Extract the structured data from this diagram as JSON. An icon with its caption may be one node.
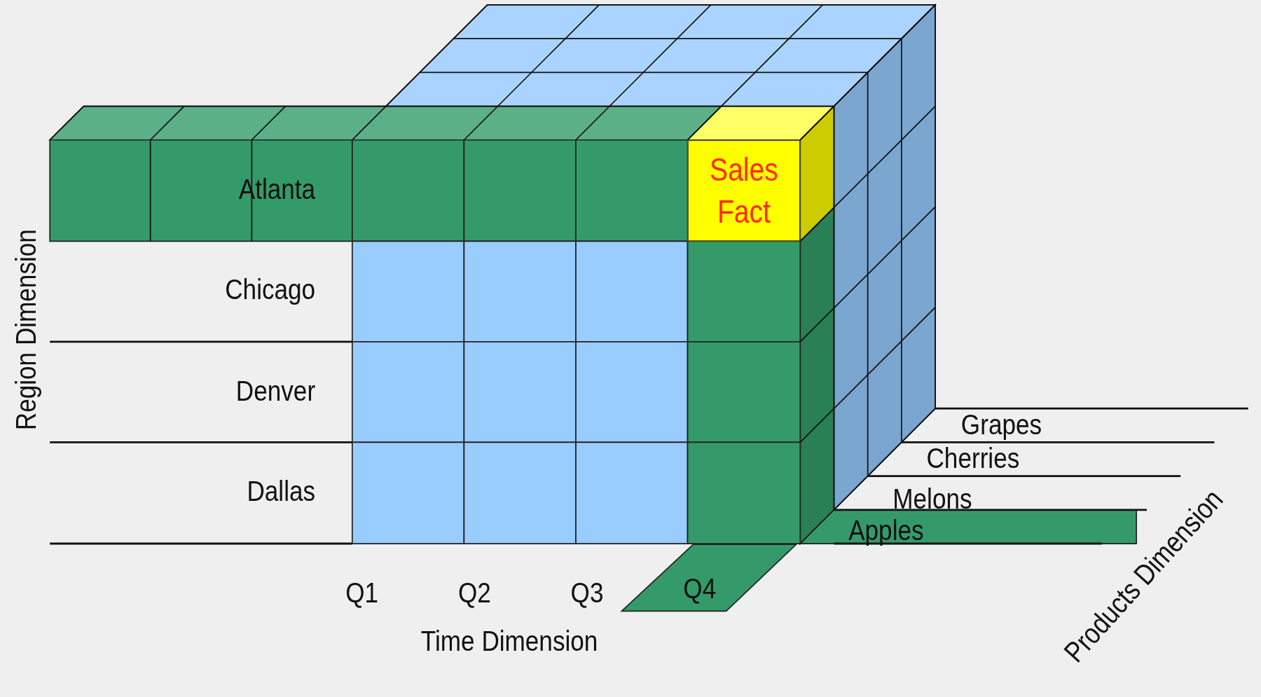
{
  "diagram": {
    "nodes": [
      {
        "text": [
          "Sales Fact"
        ]
      }
    ],
    "labels": [
      "Region Dimension",
      "Atlanta",
      "Chicago",
      "Denver",
      "Dallas",
      "Grapes",
      "Cherries",
      "Melons",
      "Apples",
      "Q1",
      "Q2",
      "Q3",
      "Q4",
      "Time Dimension",
      "Products Dimension"
    ]
  }
}
